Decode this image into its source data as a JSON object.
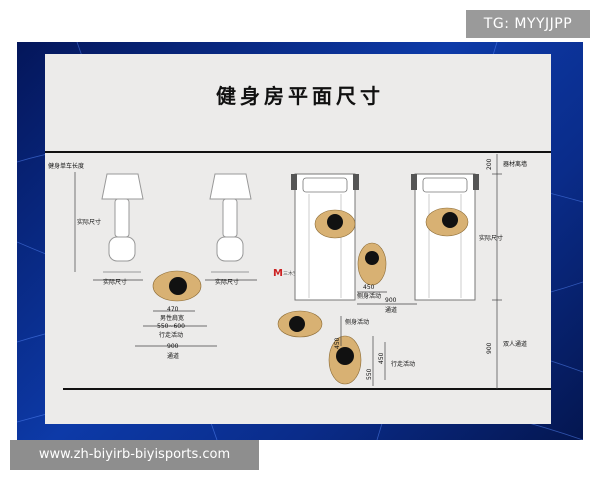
{
  "title": "健身房平面尺寸",
  "watermark_top": "TG: MYYJJPP",
  "watermark_bottom": "www.zh-biyirb-biyisports.com",
  "logo_text": "三木空间设计",
  "labels": {
    "bike_length": "健身单车长度",
    "actual_size": "实际尺寸",
    "actual_size_2": "实际尺寸",
    "actual_size_3": "实际尺寸",
    "actual_size_right": "实际尺寸",
    "equipment_gap": "器材离墙",
    "two_person_aisle": "双人通道",
    "male_shoulder": "男性肩宽",
    "walking_activity": "行走活动",
    "walking_activity_2": "行走活动",
    "aisle": "通道",
    "aisle_2": "通道",
    "side_activity": "侧身活动",
    "side_activity_2": "侧身活动"
  },
  "dims": {
    "d470": "470",
    "d550_600": "550~600",
    "d900": "900",
    "d450": "450",
    "d900b": "900",
    "d200": "200",
    "d900c": "900",
    "d450b": "450",
    "d550b": "550",
    "d450c": "450"
  },
  "colors": {
    "slide_blue": "#0d3aa8",
    "panel": "#ecebea",
    "person_skin": "#d8b173",
    "person_hair": "#111111"
  }
}
